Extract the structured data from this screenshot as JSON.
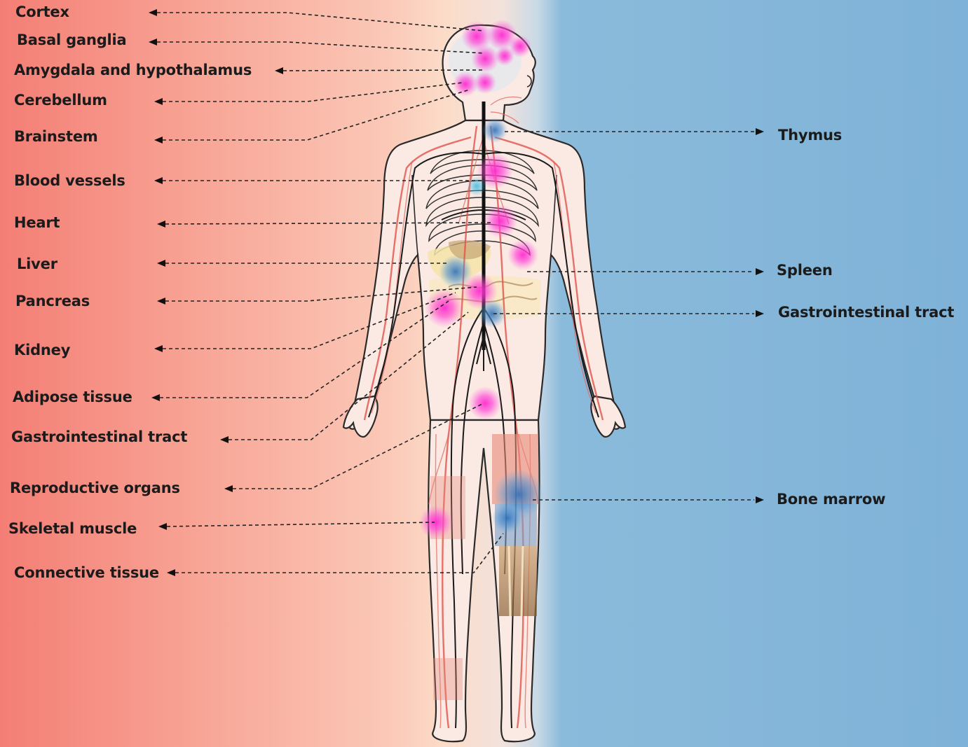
{
  "labels_left": [
    {
      "id": "cortex",
      "text": "Cortex"
    },
    {
      "id": "basal-ganglia",
      "text": "Basal ganglia"
    },
    {
      "id": "amygdala-hypothalamus",
      "text": "Amygdala and hypothalamus"
    },
    {
      "id": "cerebellum",
      "text": "Cerebellum"
    },
    {
      "id": "brainstem",
      "text": "Brainstem"
    },
    {
      "id": "blood-vessels",
      "text": "Blood vessels"
    },
    {
      "id": "heart",
      "text": "Heart"
    },
    {
      "id": "liver",
      "text": "Liver"
    },
    {
      "id": "pancreas",
      "text": "Pancreas"
    },
    {
      "id": "kidney",
      "text": "Kidney"
    },
    {
      "id": "adipose-tissue",
      "text": "Adipose tissue"
    },
    {
      "id": "gastrointestinal-tract-left",
      "text": "Gastrointestinal tract"
    },
    {
      "id": "reproductive-organs",
      "text": "Reproductive organs"
    },
    {
      "id": "skeletal-muscle",
      "text": "Skeletal muscle"
    },
    {
      "id": "connective-tissue",
      "text": "Connective tissue"
    }
  ],
  "labels_right": [
    {
      "id": "thymus",
      "text": "Thymus"
    },
    {
      "id": "spleen",
      "text": "Spleen"
    },
    {
      "id": "gastrointestinal-tract-right",
      "text": "Gastrointestinal tract"
    },
    {
      "id": "bone-marrow",
      "text": "Bone marrow"
    }
  ],
  "colors": {
    "left_background": "#f47e75",
    "right_background": "#7fb2d8",
    "highlight": "#ff2bd0",
    "immune_highlight": "#3a86c8",
    "vessel": "#e0524a"
  }
}
